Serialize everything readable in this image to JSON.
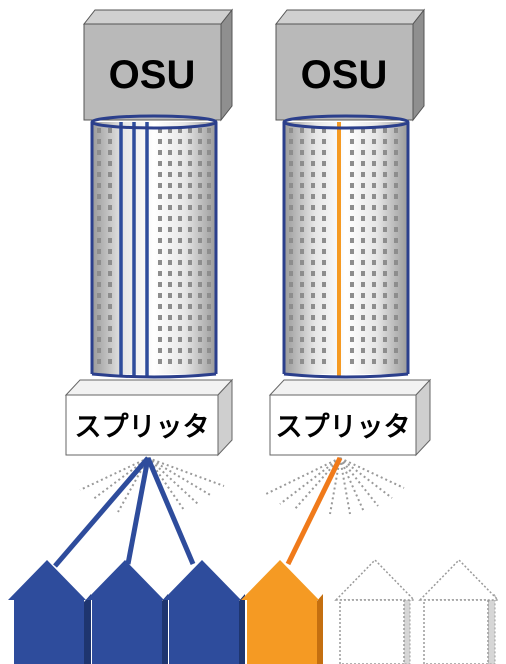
{
  "colors": {
    "active_blue": "#2e4c9c",
    "active_orange": "#f59a23",
    "orange_fiber": "#f07a1a",
    "box_gray": "#b9b9b9",
    "box_gray_side": "#8f8f8f",
    "inactive_dotted": "#9a9a9a"
  },
  "left_system": {
    "osu_label": "OSU",
    "splitter_label": "スプリッタ",
    "active_fibers": 3,
    "fiber_color": "blue",
    "connected_homes": 3
  },
  "right_system": {
    "osu_label": "OSU",
    "splitter_label": "スプリッタ",
    "active_fibers": 1,
    "fiber_color": "orange",
    "connected_homes": 1,
    "unconnected_homes": 2
  }
}
